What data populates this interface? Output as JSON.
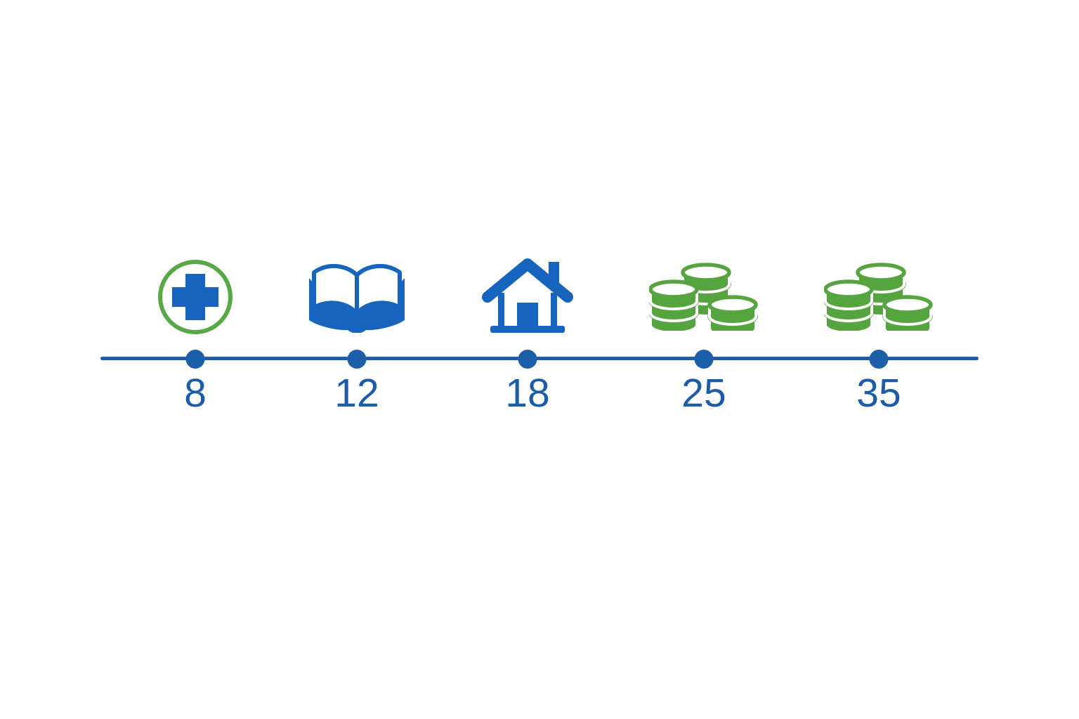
{
  "timeline": {
    "milestones": [
      {
        "value": "8",
        "icon": "medical-cross"
      },
      {
        "value": "12",
        "icon": "open-book"
      },
      {
        "value": "18",
        "icon": "house"
      },
      {
        "value": "25",
        "icon": "coin-stacks"
      },
      {
        "value": "35",
        "icon": "coin-stacks"
      }
    ],
    "colors": {
      "icon_blue": "#1664BE",
      "line_blue": "#1C5EA8",
      "label_blue": "#1B5CA9",
      "ring_green": "#58A845",
      "coin_green": "#56A43F",
      "background": "#FFFFFF"
    }
  }
}
